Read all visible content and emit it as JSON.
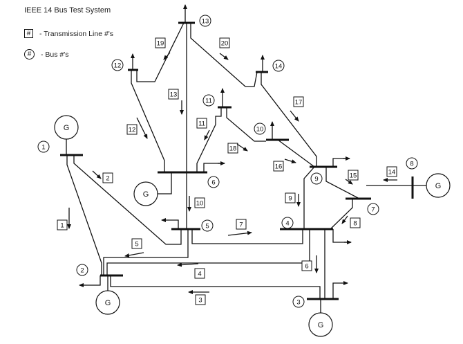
{
  "title": "IEEE 14 Bus Test System",
  "legend": {
    "line_symbol": "#",
    "line_text": "- Transmission Line #'s",
    "bus_symbol": "#",
    "bus_text": "- Bus #'s"
  },
  "generator_label": "G",
  "bus_labels": [
    "1",
    "2",
    "3",
    "4",
    "5",
    "6",
    "7",
    "8",
    "9",
    "10",
    "11",
    "12",
    "13",
    "14"
  ],
  "line_labels": [
    "1",
    "2",
    "3",
    "4",
    "5",
    "6",
    "7",
    "8",
    "9",
    "10",
    "11",
    "12",
    "13",
    "14",
    "15",
    "16",
    "17",
    "18",
    "19",
    "20"
  ]
}
